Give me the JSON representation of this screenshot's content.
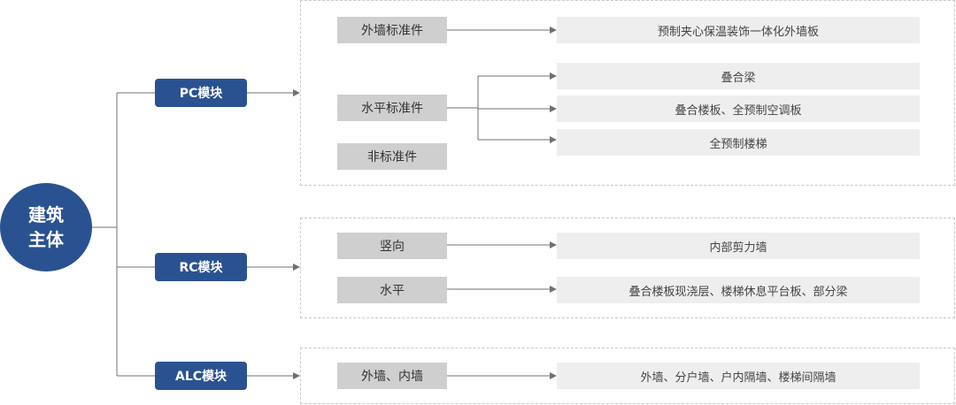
{
  "root": {
    "line1": "建筑",
    "line2": "主体"
  },
  "modules": {
    "pc": {
      "label": "PC模块"
    },
    "rc": {
      "label": "RC模块"
    },
    "alc": {
      "label": "ALC模块"
    }
  },
  "pc": {
    "exterior_std": "外墙标准件",
    "horizontal_std": "水平标准件",
    "non_std": "非标准件",
    "results": {
      "exterior": "预制夹心保温装饰一体化外墙板",
      "beam": "叠合梁",
      "slab": "叠合楼板、全预制空调板",
      "stairs": "全预制楼梯"
    }
  },
  "rc": {
    "vertical": "竖向",
    "horizontal": "水平",
    "results": {
      "shear_wall": "内部剪力墙",
      "slab": "叠合楼板现浇层、楼梯休息平台板、部分梁"
    }
  },
  "alc": {
    "walls": "外墙、内墙",
    "result": "外墙、分户墙、户内隔墙、楼梯间隔墙"
  },
  "colors": {
    "module": "#2a5291",
    "category": "#cfcfcf",
    "result": "#eeeeee",
    "line": "#707070"
  }
}
